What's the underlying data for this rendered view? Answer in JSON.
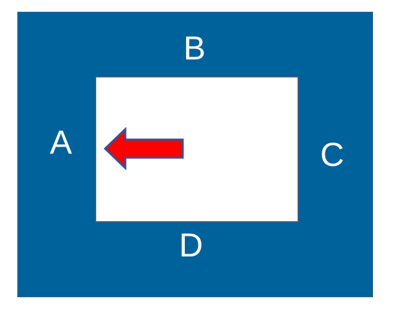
{
  "diagram": {
    "labels": {
      "a": "A",
      "b": "B",
      "c": "C",
      "d": "D"
    },
    "colors": {
      "outer_fill": "#00629b",
      "inner_fill": "#ffffff",
      "label_text": "#ffffff",
      "arrow_fill": "#ff0000",
      "arrow_stroke": "#3a4f8f"
    },
    "arrow": {
      "icon": "left-arrow-icon",
      "direction": "left"
    }
  }
}
